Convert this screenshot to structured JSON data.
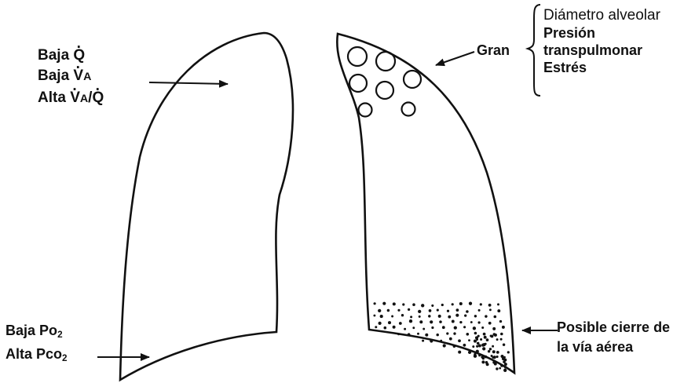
{
  "left_lung": {
    "top_labels": [
      {
        "word": "Baja",
        "symbol": "Q",
        "dotted": true
      },
      {
        "word": "Baja",
        "symbol": "V",
        "subscript": "A",
        "dotted": true
      },
      {
        "word": "Alta",
        "ratio": {
          "numerator": "V",
          "numerator_sub": "A",
          "denominator": "Q"
        }
      }
    ],
    "bottom_labels": [
      {
        "word": "Baja",
        "symbol": "Po",
        "subscript": "2"
      },
      {
        "word": "Alta",
        "symbol": "Pco",
        "subscript": "2"
      }
    ]
  },
  "right_lung": {
    "apex_label": "Gran",
    "apex_properties": [
      "Diámetro alveolar",
      "Presión",
      "transpulmonar",
      "Estrés"
    ],
    "base_label": [
      "Posible cierre de",
      "la vía aérea"
    ]
  },
  "colors": {
    "ink": "#111111",
    "background": "#ffffff"
  }
}
